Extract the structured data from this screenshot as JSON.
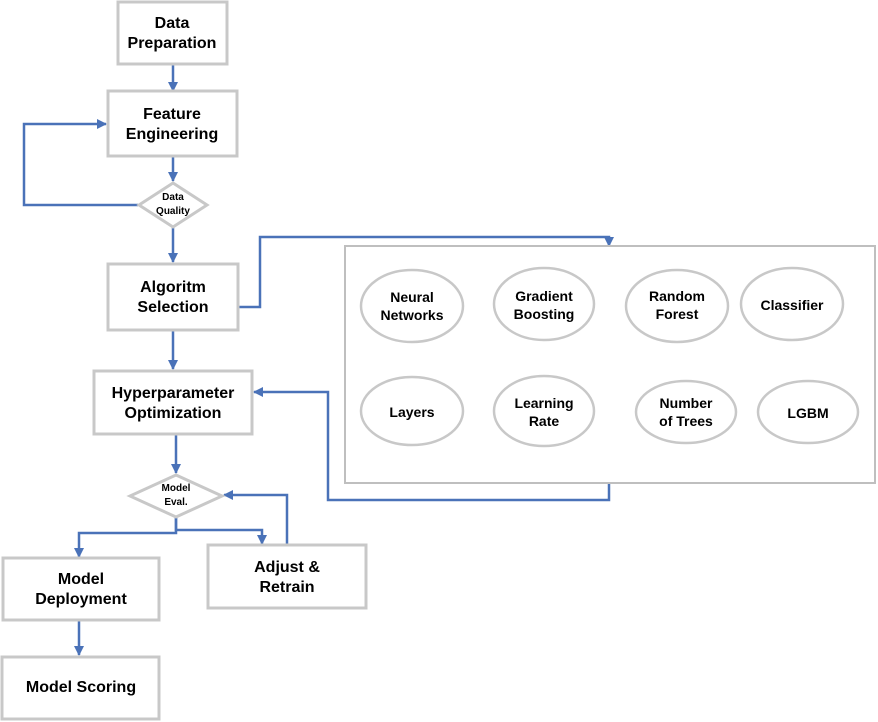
{
  "nodes": {
    "data_preparation": [
      "Data",
      "Preparation"
    ],
    "feature_engineering": [
      "Feature",
      "Engineering"
    ],
    "data_quality": [
      "Data",
      "Quality"
    ],
    "algorithm_selection": [
      "Algoritm",
      "Selection"
    ],
    "hyperparameter_optimization": [
      "Hyperparameter",
      "Optimization"
    ],
    "model_eval": [
      "Model",
      "Eval."
    ],
    "adjust_retrain": [
      "Adjust &",
      "Retrain"
    ],
    "model_deployment": [
      "Model",
      "Deployment"
    ],
    "model_scoring": [
      "Model Scoring"
    ]
  },
  "algorithms": {
    "neural_networks": [
      "Neural",
      "Networks"
    ],
    "gradient_boosting": [
      "Gradient",
      "Boosting"
    ],
    "random_forest": [
      "Random",
      "Forest"
    ],
    "classifier": [
      "Classifier"
    ],
    "layers": [
      "Layers"
    ],
    "learning_rate": [
      "Learning",
      "Rate"
    ],
    "number_of_trees": [
      "Number",
      "of Trees"
    ],
    "lgbm": [
      "LGBM"
    ]
  },
  "colors": {
    "connector": "#4a72b8",
    "box_border": "#c8c8c8",
    "container_border": "#bfbfbf"
  }
}
